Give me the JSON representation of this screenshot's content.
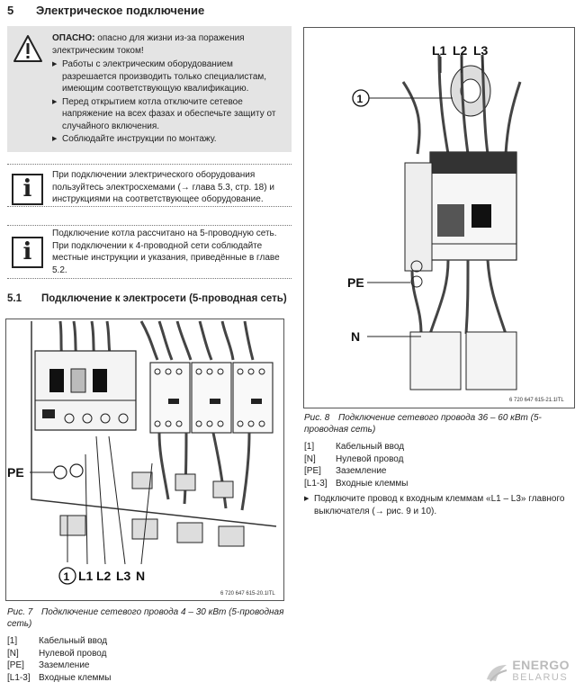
{
  "section": {
    "number": "5",
    "title": "Электрическое подключение"
  },
  "warning": {
    "label": "ОПАСНО:",
    "text": "опасно для жизни из-за поражения электрическим током!",
    "items": [
      "Работы с электрическим оборудованием разрешается производить только специалистам, имеющим соответствующую квалификацию.",
      "Перед открытием котла отключите сетевое напряжение на всех фазах и обеспечьте защиту от случайного включения.",
      "Соблюдайте инструкции по монтажу."
    ]
  },
  "info1": "При подключении электрического оборудования пользуйтесь электросхемами (→ глава 5.3, стр. 18) и инструкциями на соответствующее оборудование.",
  "info2": "Подключение котла рассчитано на 5-проводную сеть. При подключении к 4-проводной сети соблюдайте местные инструкции и указания, приведённые в главе 5.2.",
  "subsection": {
    "number": "5.1",
    "title": "Подключение к электросети (5-проводная сеть)"
  },
  "fig7": {
    "labels": {
      "pe": "PE",
      "circle": "1",
      "l1": "L1",
      "l2": "L2",
      "l3": "L3",
      "n": "N"
    },
    "code": "6 720 647 615-20.1ITL",
    "caption_label": "Рис. 7",
    "caption": "Подключение сетевого провода 4 – 30 кВт (5-проводная сеть)"
  },
  "fig8": {
    "labels": {
      "l1": "L1",
      "l2": "L2",
      "l3": "L3",
      "circle": "1",
      "pe": "PE",
      "n": "N"
    },
    "code": "6 720 647 615-21.1ITL",
    "caption_label": "Рис. 8",
    "caption": "Подключение сетевого провода 36 – 60 кВт (5-проводная сеть)"
  },
  "legend": [
    {
      "key": "[1]",
      "value": "Кабельный ввод"
    },
    {
      "key": "[N]",
      "value": "Нулевой провод"
    },
    {
      "key": "[PE]",
      "value": "Заземление"
    },
    {
      "key": "[L1-3]",
      "value": "Входные клеммы"
    }
  ],
  "action": "Подключите провод к входным клеммам «L1 – L3» главного выключателя (→ рис. 9 и 10).",
  "logo": {
    "line1": "ENERGO",
    "line2": "BELARUS"
  }
}
